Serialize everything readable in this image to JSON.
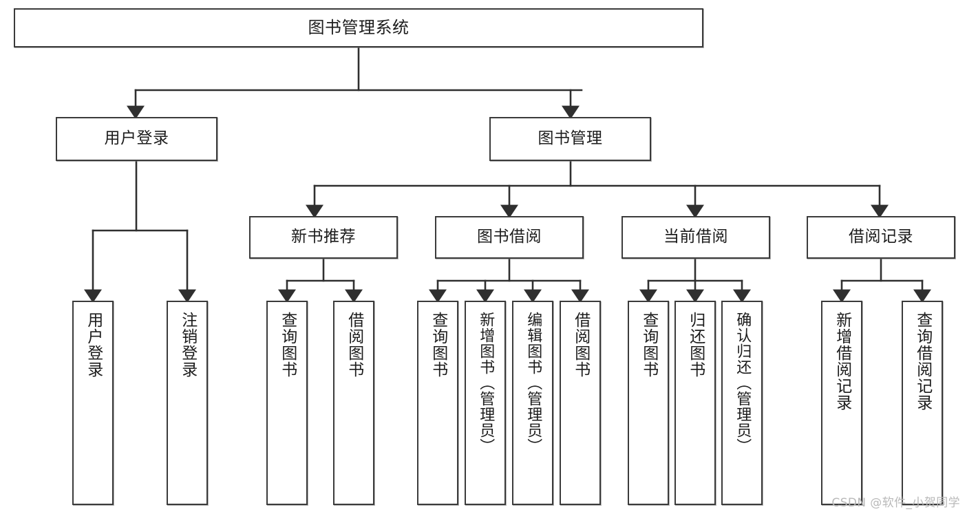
{
  "diagram": {
    "title": "图书管理系统",
    "type": "hierarchy-tree",
    "watermark": "CSDN @软件_小贺同学",
    "colors": {
      "background": "#ffffff",
      "node_border": "#3a3a3a",
      "node_fill": "#ffffff",
      "edge": "#2f2f2f",
      "text": "#1c1c1c",
      "watermark": "#b9b9b9"
    },
    "nodes": {
      "root": {
        "label": "图书管理系统"
      },
      "level1": [
        {
          "label": "用户登录"
        },
        {
          "label": "图书管理"
        }
      ],
      "level2": [
        {
          "label": "新书推荐"
        },
        {
          "label": "图书借阅"
        },
        {
          "label": "当前借阅"
        },
        {
          "label": "借阅记录"
        }
      ],
      "leaves": {
        "user_login": [
          {
            "label": "用户登录"
          },
          {
            "label": "注销登录"
          }
        ],
        "new_book_recommend": [
          {
            "label": "查询图书"
          },
          {
            "label": "借阅图书"
          }
        ],
        "book_borrow": [
          {
            "label": "查询图书"
          },
          {
            "label": "新增图书（管理员）"
          },
          {
            "label": "编辑图书（管理员）"
          },
          {
            "label": "借阅图书"
          }
        ],
        "current_borrow": [
          {
            "label": "查询图书"
          },
          {
            "label": "归还图书"
          },
          {
            "label": "确认归还（管理员）"
          }
        ],
        "borrow_record": [
          {
            "label": "新增借阅记录"
          },
          {
            "label": "查询借阅记录"
          }
        ]
      }
    }
  }
}
